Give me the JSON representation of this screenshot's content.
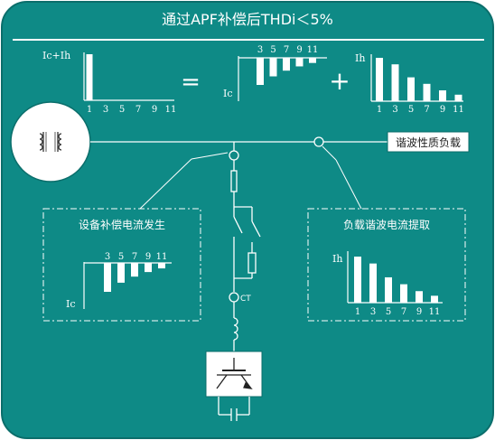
{
  "title": "通过APF补偿后THDi＜5%",
  "colors": {
    "background": "#0e8a86",
    "line": "#ffffff",
    "border": "#0b6e6b"
  },
  "equation": {
    "equals": "=",
    "plus": "+"
  },
  "panels": {
    "total": {
      "ylabel": "Ic+Ih",
      "orders": [
        "1",
        "3",
        "5",
        "7",
        "9",
        "11"
      ],
      "values": [
        1.0,
        0,
        0,
        0,
        0,
        0
      ]
    },
    "compensation_top": {
      "ylabel": "Ic",
      "orders": [
        "3",
        "5",
        "7",
        "9",
        "11"
      ],
      "values": [
        -0.95,
        -0.65,
        -0.45,
        -0.3,
        -0.18
      ]
    },
    "harmonic_top": {
      "ylabel": "Ih",
      "orders": [
        "1",
        "3",
        "5",
        "7",
        "9",
        "11"
      ],
      "values": [
        1.0,
        0.85,
        0.55,
        0.4,
        0.25,
        0.15
      ]
    },
    "compensation_box": {
      "ylabel": "Ic",
      "orders": [
        "3",
        "5",
        "7",
        "9",
        "11"
      ],
      "values": [
        -0.95,
        -0.65,
        -0.45,
        -0.3,
        -0.18
      ]
    },
    "harmonic_box": {
      "ylabel": "Ih",
      "orders": [
        "1",
        "3",
        "5",
        "7",
        "9",
        "11"
      ],
      "values": [
        1.0,
        0.85,
        0.55,
        0.4,
        0.25,
        0.15
      ]
    }
  },
  "boxes": {
    "compensation": "设备补偿电流发生",
    "extraction": "负载谐波电流提取"
  },
  "load_label": "谐波性质负载",
  "ct_label": "CT"
}
